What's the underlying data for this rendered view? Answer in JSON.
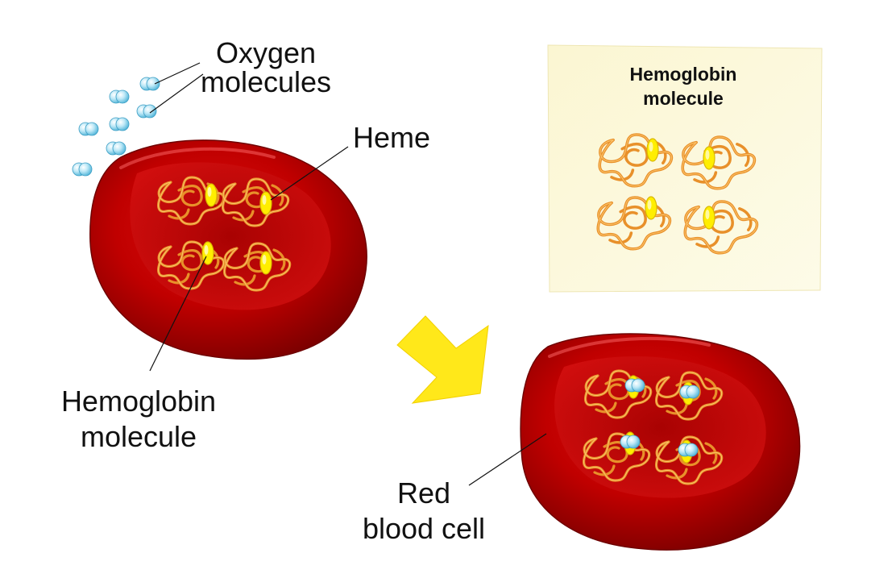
{
  "labels": {
    "oxygen_line1": "Oxygen",
    "oxygen_line2": "molecules",
    "heme": "Heme",
    "hemoglobin_line1": "Hemoglobin",
    "hemoglobin_line2": "molecule",
    "red_line1": "Red",
    "red_line2": "blood cell"
  },
  "inset": {
    "title_line1": "Hemoglobin",
    "title_line2": "molecule"
  },
  "colors": {
    "cell_red": "#c80000",
    "globin_chain": "#e8902a",
    "heme": "#ffee00",
    "oxygen": "#9fdcf2",
    "arrow": "#ffe81a",
    "inset_bg": "#fdf9dc"
  }
}
